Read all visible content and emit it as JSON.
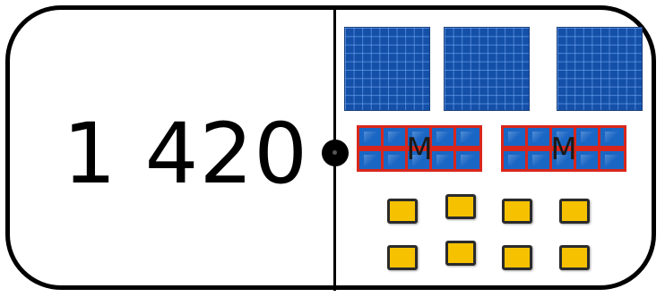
{
  "number_text": "1 420",
  "blocks": {
    "thousands_label": "M",
    "hundreds_count": 3,
    "thousand_groups": 2,
    "units_count": 8
  },
  "colors": {
    "card_border": "#000000",
    "hundred_block": "#1450a8",
    "thousand_cell": "#1a66c4",
    "thousand_border": "#d9261c",
    "unit_block": "#f6c200"
  }
}
